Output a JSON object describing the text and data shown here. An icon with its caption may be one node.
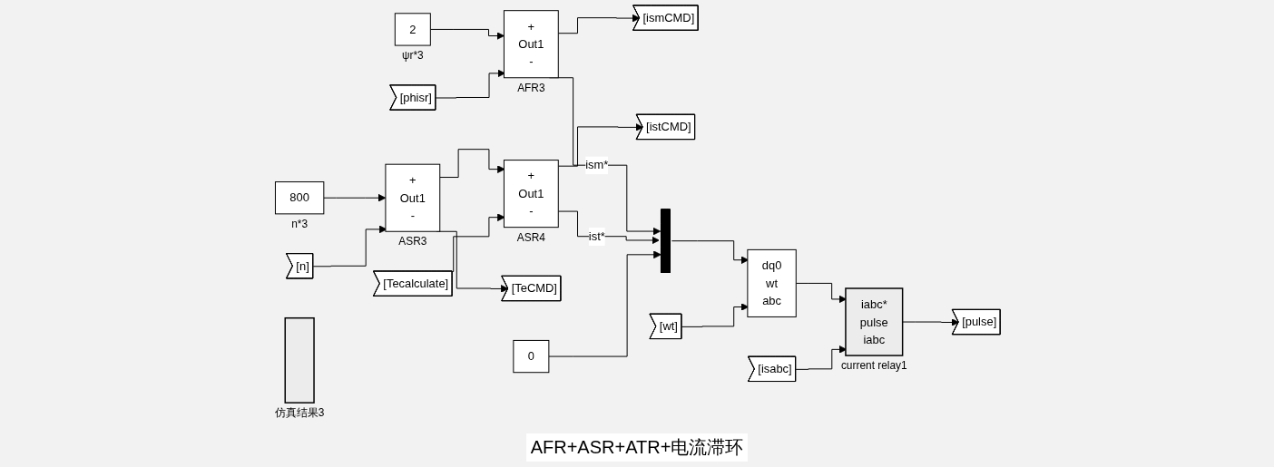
{
  "diagram": {
    "nodes": [
      {
        "text": [
          "2"
        ],
        "beside": [
          "ψr*3"
        ]
      },
      {
        "text": [
          "[ismCMD]"
        ]
      },
      {
        "text": [
          "[phisr]"
        ]
      },
      {
        "text": [
          "+",
          "Out1",
          "-"
        ],
        "beside": [
          "AFR3"
        ]
      },
      {
        "text": [
          "800"
        ],
        "beside": [
          "n*3"
        ]
      },
      {
        "text": [
          "[n]"
        ]
      },
      {
        "text": [
          "+",
          "Out1",
          "-"
        ],
        "beside": [
          "ASR3"
        ]
      },
      {
        "text": [
          "[Tecalculate]"
        ]
      },
      {
        "text": [
          "+",
          "Out1",
          "-"
        ],
        "beside": [
          "ASR4"
        ]
      },
      {
        "text": [
          "[TeCMD]"
        ]
      },
      {
        "text": [
          "[istCMD]"
        ]
      },
      {
        "text": [
          "0"
        ]
      },
      {
        "text": [],
        "shape": "bar"
      },
      {
        "text": [
          "[wt]"
        ]
      },
      {
        "text": [
          "dq0",
          "wt",
          "abc"
        ]
      },
      {
        "text": [
          "[isabc]"
        ]
      },
      {
        "text": [
          "iabc*",
          "pulse",
          "iabc"
        ],
        "beside": [
          "current relay1"
        ]
      },
      {
        "text": [
          "[pulse]"
        ]
      },
      {
        "text": [],
        "shape": "box",
        "beside": [
          "仿真结果3"
        ]
      }
    ],
    "edges": [
      {
        "from": 0,
        "to": 3,
        "arrow": "to"
      },
      {
        "from": 2,
        "to": 3,
        "arrow": "to"
      },
      {
        "from": 3,
        "to": 1,
        "arrow": "to"
      },
      {
        "from": 3,
        "to": 12,
        "arrow": "to",
        "label": "ism*"
      },
      {
        "from": 4,
        "to": 6,
        "arrow": "to"
      },
      {
        "from": 5,
        "to": 6,
        "arrow": "to"
      },
      {
        "from": 6,
        "to": 8,
        "arrow": "to"
      },
      {
        "from": 6,
        "to": 9,
        "arrow": "to"
      },
      {
        "from": 7,
        "to": 8,
        "arrow": "to"
      },
      {
        "from": 8,
        "to": 12,
        "arrow": "to",
        "label": "ist*"
      },
      {
        "from": 8,
        "to": 10,
        "arrow": "to"
      },
      {
        "from": 11,
        "to": 12,
        "arrow": "to"
      },
      {
        "from": 12,
        "to": 14,
        "arrow": "to"
      },
      {
        "from": 13,
        "to": 14,
        "arrow": "to"
      },
      {
        "from": 14,
        "to": 16,
        "arrow": "to"
      },
      {
        "from": 15,
        "to": 16,
        "arrow": "to"
      },
      {
        "from": 16,
        "to": 17,
        "arrow": "to"
      }
    ],
    "labels": [
      "AFR+ASR+ATR+电流滞环"
    ]
  }
}
